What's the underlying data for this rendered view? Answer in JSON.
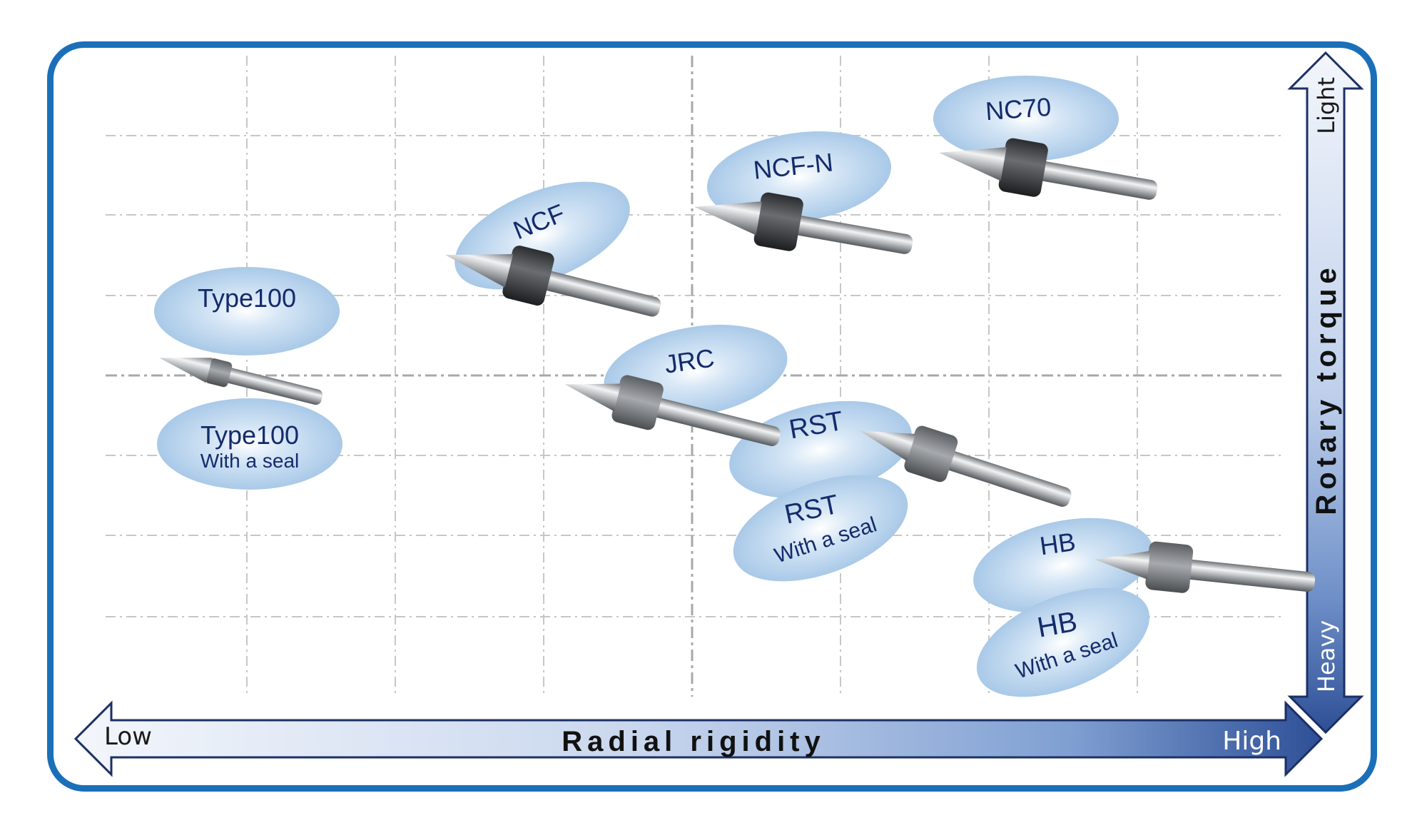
{
  "axes": {
    "x_title": "Radial rigidity",
    "x_low": "Low",
    "x_high": "High",
    "y_title": "Rotary torque",
    "y_light": "Light",
    "y_heavy": "Heavy"
  },
  "products": [
    {
      "id": "type100",
      "label": "Type100",
      "sub": ""
    },
    {
      "id": "type100-seal",
      "label": "Type100",
      "sub": "With a seal"
    },
    {
      "id": "ncf",
      "label": "NCF",
      "sub": ""
    },
    {
      "id": "ncf-n",
      "label": "NCF-N",
      "sub": ""
    },
    {
      "id": "nc70",
      "label": "NC70",
      "sub": ""
    },
    {
      "id": "jrc",
      "label": "JRC",
      "sub": ""
    },
    {
      "id": "rst",
      "label": "RST",
      "sub": ""
    },
    {
      "id": "rst-seal",
      "label": "RST",
      "sub": "With a seal"
    },
    {
      "id": "hb",
      "label": "HB",
      "sub": ""
    },
    {
      "id": "hb-seal",
      "label": "HB",
      "sub": "With a seal"
    }
  ],
  "colors": {
    "frame": "#1a6fb8",
    "bubble": "#bcd6ee",
    "label": "#142b6b",
    "arrow_light": "#e4ecf7",
    "arrow_dark": "#2e4f96"
  }
}
